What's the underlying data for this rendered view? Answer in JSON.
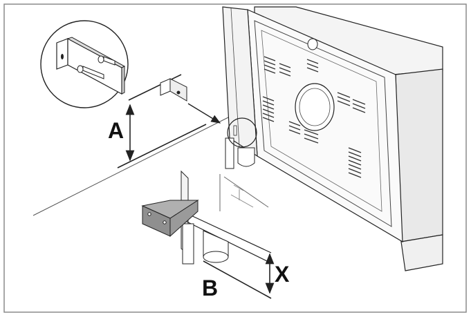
{
  "labels": {
    "a": "A",
    "b": "B",
    "x": "X"
  },
  "colors": {
    "frame": "#8a8a8a",
    "line": "#222222",
    "appliance_fill": "#f4f4f4",
    "appliance_side": "#e9e9e9",
    "bracket_fill": "#8f8f8f"
  },
  "icons": {
    "zoom_callout": "bracket-detail-magnifier",
    "arrow": "arrow-icon"
  }
}
